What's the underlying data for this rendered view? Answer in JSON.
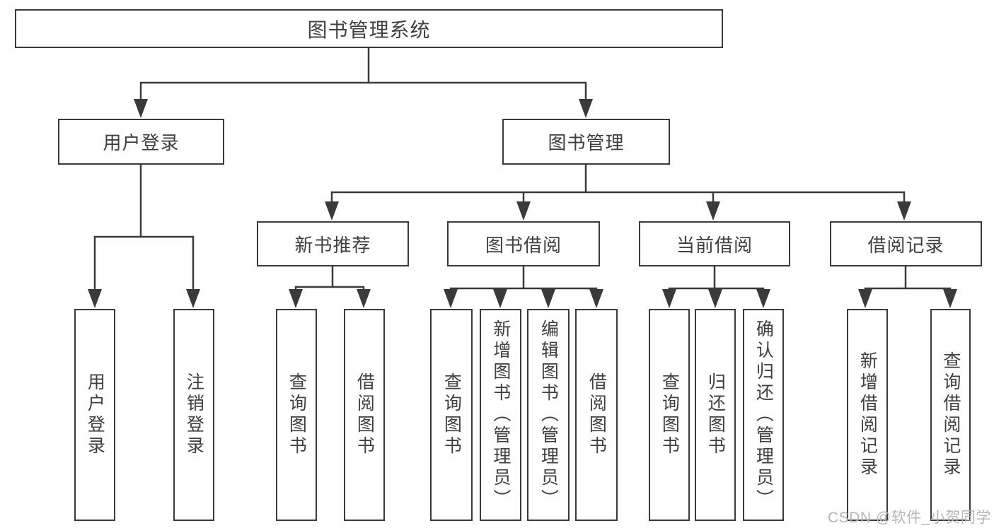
{
  "tree": {
    "label": "图书管理系统",
    "children": [
      {
        "label": "用户登录",
        "children": [
          {
            "label": "用户登录"
          },
          {
            "label": "注销登录"
          }
        ]
      },
      {
        "label": "图书管理",
        "children": [
          {
            "label": "新书推荐",
            "children": [
              {
                "label": "查询图书"
              },
              {
                "label": "借阅图书"
              }
            ]
          },
          {
            "label": "图书借阅",
            "children": [
              {
                "label": "查询图书"
              },
              {
                "label": "新增图书（管理员）"
              },
              {
                "label": "编辑图书（管理员）"
              },
              {
                "label": "借阅图书"
              }
            ]
          },
          {
            "label": "当前借阅",
            "children": [
              {
                "label": "查询图书"
              },
              {
                "label": "归还图书"
              },
              {
                "label": "确认归还（管理员）"
              }
            ]
          },
          {
            "label": "借阅记录",
            "children": [
              {
                "label": "新增借阅记录"
              },
              {
                "label": "查询借阅记录"
              }
            ]
          }
        ]
      }
    ]
  },
  "watermark": "CSDN @软件_小贺同学",
  "colors": {
    "line": "#3a3a3a",
    "text": "#3f3f3f",
    "background": "#ffffff",
    "watermark": "#b5b5b5"
  }
}
